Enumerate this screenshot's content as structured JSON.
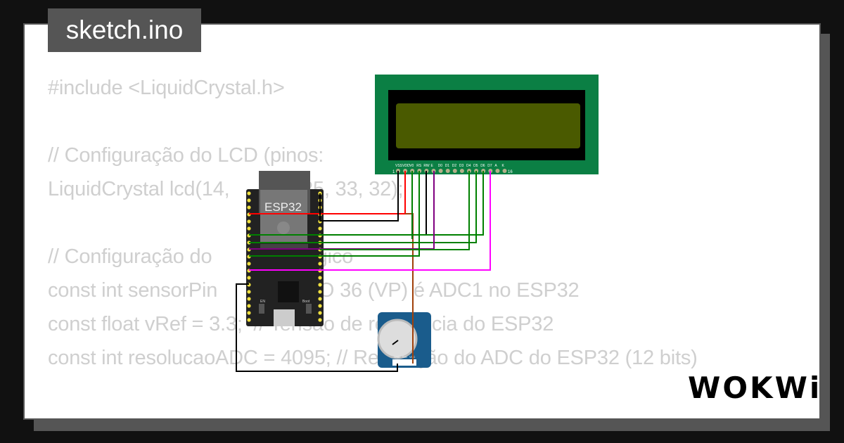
{
  "title": "sketch.ino",
  "code_lines": [
    "#include <LiquidCrystal.h>",
    "",
    "// Configuração do LCD (pinos:",
    "LiquidCrystal lcd(14,       26, 25, 33, 32);",
    "",
    "// Configuração do            nalógico",
    "const int sensorPin         // GPIO 36 (VP) é ADC1 no ESP32",
    "const float vRef = 3.3;  // Tensão de referência do ESP32",
    "const int resolucaoADC = 4095; // Resolução do ADC do ESP32 (12 bits)"
  ],
  "lcd": {
    "pin_labels": [
      "VSS",
      "VDD",
      "V0",
      "RS",
      "RW",
      "E",
      "D0",
      "D1",
      "D2",
      "D3",
      "D4",
      "D5",
      "D6",
      "D7",
      "A",
      "K"
    ],
    "first_pin": "1",
    "last_pin": "16",
    "pcb_color": "#0b7f44",
    "screen_color": "#4a5a00"
  },
  "esp32": {
    "label": "ESP32",
    "en_label": "EN",
    "boot_label": "Boot"
  },
  "potentiometer": {
    "pin_labels": [
      "GND",
      "SIG",
      "VCC"
    ],
    "color": "#1a5c8c"
  },
  "logo": "WOKWi",
  "wire_colors": {
    "red": "#ff0000",
    "black": "#000000",
    "green": "#008000",
    "purple": "#800080",
    "magenta": "#ff00ff",
    "brown": "#8b4513"
  }
}
